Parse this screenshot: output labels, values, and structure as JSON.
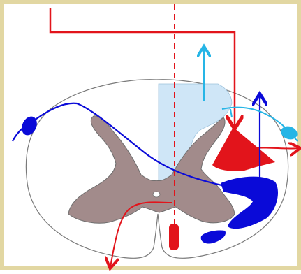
{
  "image": {
    "kind": "spinal cord cross-section with tract pathways",
    "text_labels": []
  },
  "colors": {
    "frame": "#e2d7a2",
    "background": "#ffffff",
    "cord_outline": "#7a7a7a",
    "gray_matter": "#a28b8b",
    "light_region": "#cfe6f7",
    "red_pathway": "#e2141b",
    "blue_pathway": "#0a0ad8",
    "cyan_pathway": "#26b5e6"
  },
  "structures": [
    "spinal-cord-outline",
    "gray-matter-butterfly",
    "central-canal",
    "posterior-column-region",
    "red-lateral-tract",
    "red-anterior-tract",
    "blue-ventral-tracts",
    "cyan-dorsal-root-ganglion",
    "blue-dorsal-root-ganglion"
  ]
}
